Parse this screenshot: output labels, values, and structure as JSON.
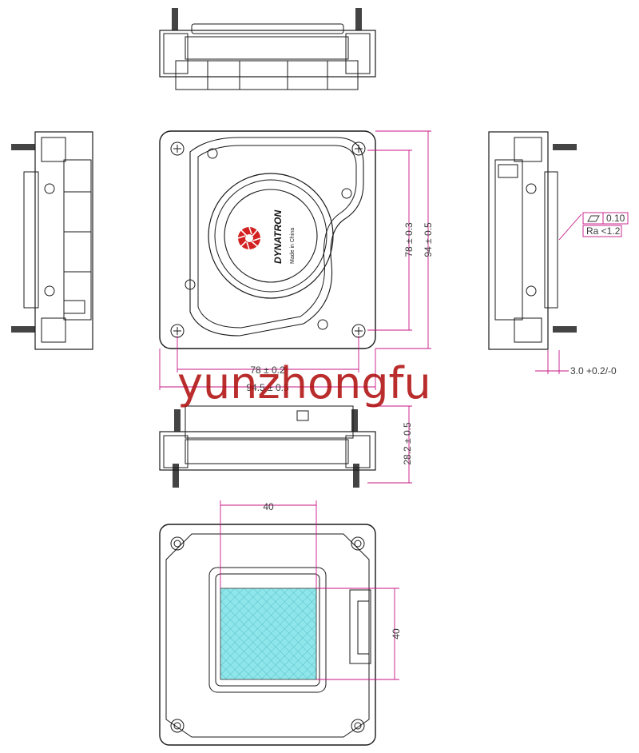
{
  "brand": {
    "logo_text": "DYNATRON",
    "made_in": "Made in China"
  },
  "dimensions": {
    "top_inner": "78 ± 0.3",
    "top_outer": "94 ± 0.5",
    "front_inner": "78 ± 0.2",
    "front_outer": "94.5 ± 0.5",
    "height": "28.2 ± 0.5",
    "side_thickness": "3.0 +0.2/-0",
    "contact_width": "40",
    "contact_height": "40"
  },
  "tolerance_box": {
    "flatness": "0.10",
    "roughness": "Ra <1.2"
  },
  "watermark": "yunzhongfu",
  "colors": {
    "dimension": "#c71585",
    "line": "#1a1a1a",
    "contact_fill": "#7fe0e6",
    "logo_red": "#d32020",
    "watermark": "#b01010"
  }
}
